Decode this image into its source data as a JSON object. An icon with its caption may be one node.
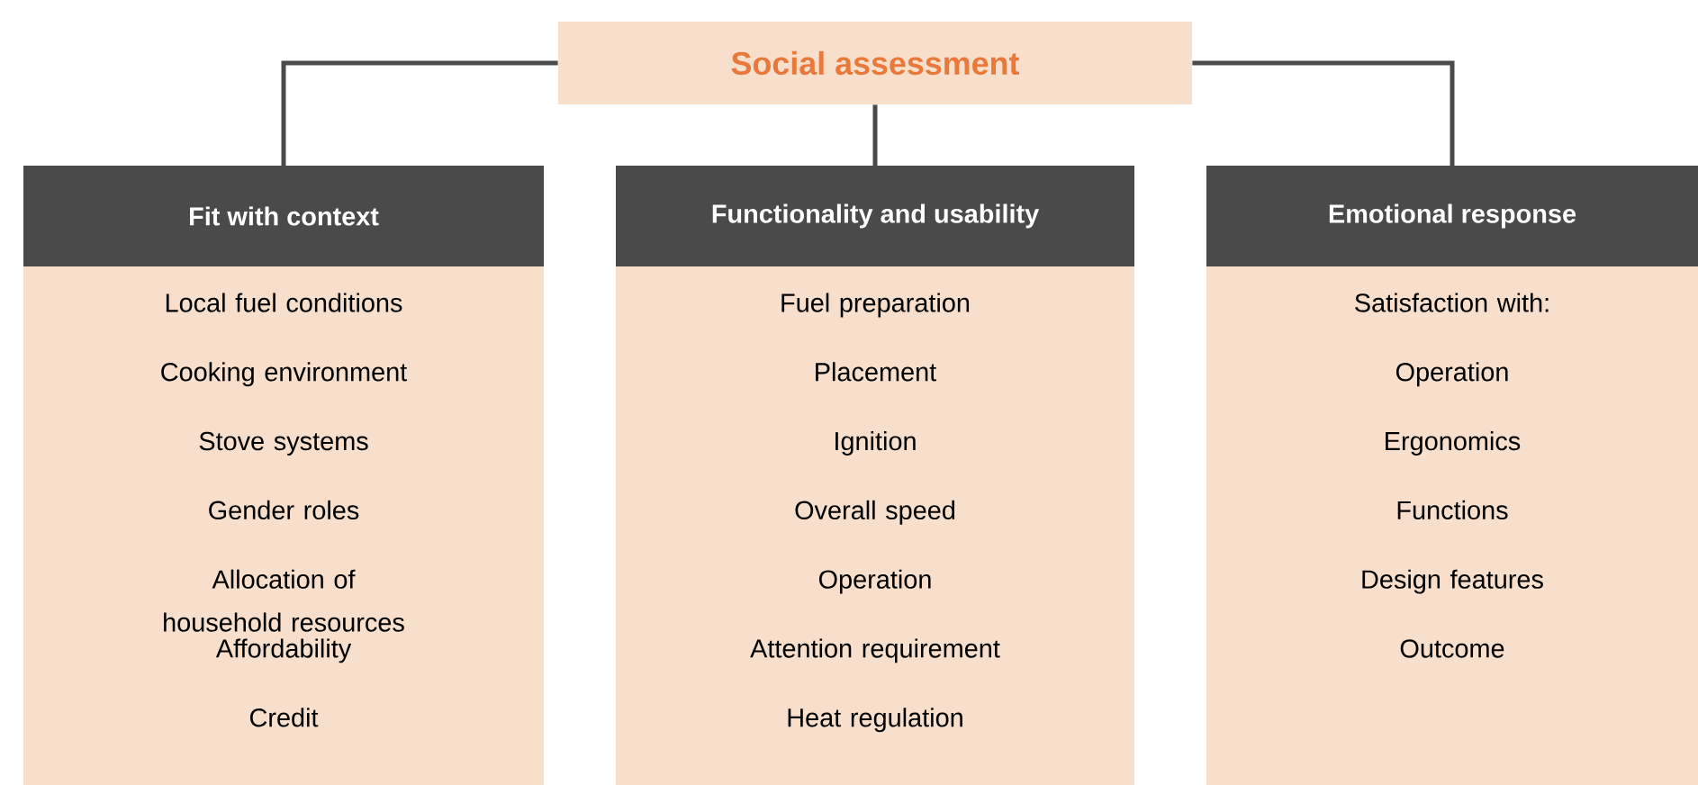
{
  "diagram": {
    "nodes": [
      {
        "text": [
          "Social assessment"
        ]
      },
      {
        "text": [
          "Fit with context",
          "Local fuel conditions",
          "Cooking environment",
          "Stove systems",
          "Gender roles",
          "Allocation of household resources",
          "Affordability",
          "Credit"
        ]
      },
      {
        "text": [
          "Functionality and usability",
          "Fuel preparation",
          "Placement",
          "Ignition",
          "Overall speed",
          "Operation",
          "Attention requirement",
          "Heat regulation"
        ]
      },
      {
        "text": [
          "Emotional response",
          "Satisfaction with:",
          "Operation",
          "Ergonomics",
          "Functions",
          "Design features",
          "Outcome"
        ]
      }
    ],
    "edges": [
      {
        "from": 0,
        "to": 1,
        "arrow": "none"
      },
      {
        "from": 0,
        "to": 2,
        "arrow": "none"
      },
      {
        "from": 0,
        "to": 3,
        "arrow": "none"
      }
    ]
  }
}
